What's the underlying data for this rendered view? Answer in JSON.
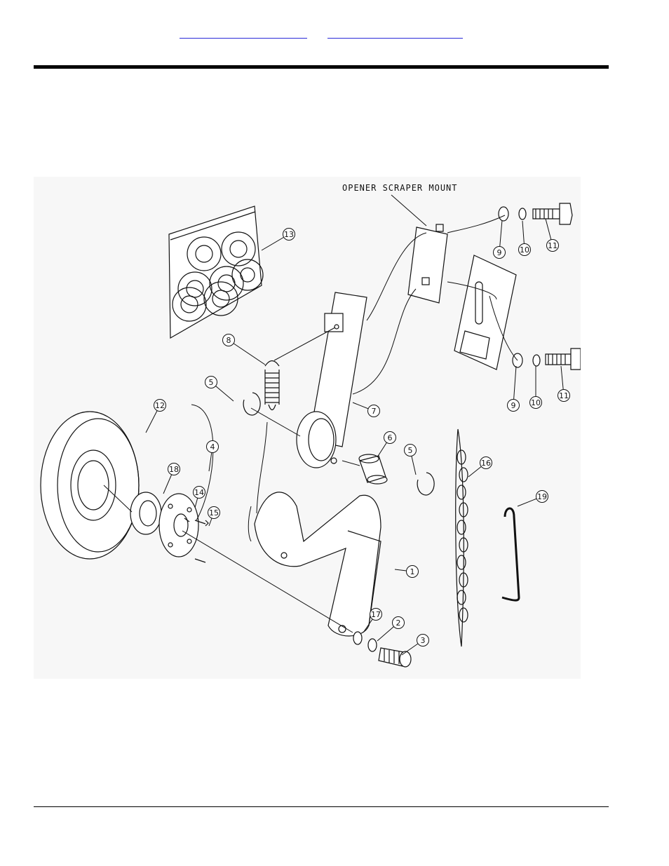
{
  "header": {
    "links": [
      {
        "label": ""
      },
      {
        "label": ""
      }
    ]
  },
  "diagram": {
    "labels": {
      "opener_scraper_mount": "OPENER SCRAPER MOUNT"
    },
    "callouts": [
      "1",
      "2",
      "3",
      "4",
      "5",
      "5",
      "6",
      "7",
      "8",
      "9",
      "9",
      "10",
      "10",
      "11",
      "11",
      "12",
      "13",
      "14",
      "15",
      "16",
      "17",
      "18",
      "19"
    ]
  }
}
